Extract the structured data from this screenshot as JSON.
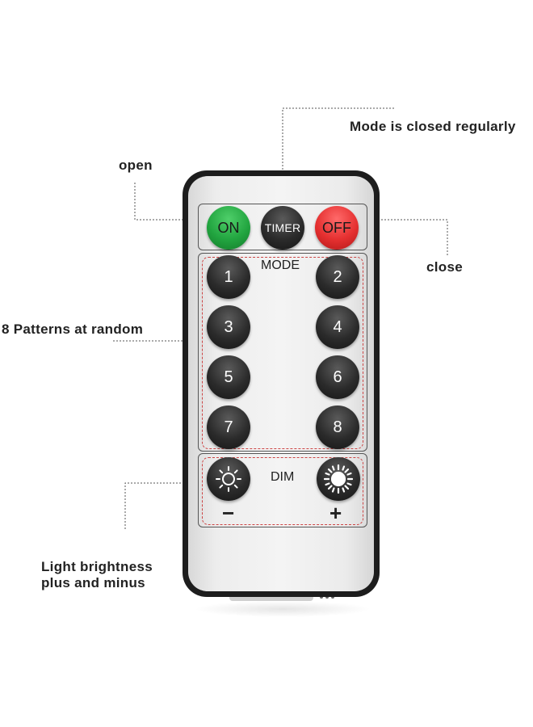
{
  "callouts": {
    "mode_closed": "Mode is closed regularly",
    "open": "open",
    "close": "close",
    "patterns": "8 Patterns at random",
    "brightness_line1": "Light brightness",
    "brightness_line2": "plus and minus"
  },
  "remote": {
    "on_label": "ON",
    "timer_label": "TIMER",
    "off_label": "OFF",
    "mode_label": "MODE",
    "mode_buttons": [
      "1",
      "2",
      "3",
      "4",
      "5",
      "6",
      "7",
      "8"
    ],
    "dim_label": "DIM",
    "minus_label": "−",
    "plus_label": "+"
  },
  "colors": {
    "on_button": "#22a540",
    "off_button": "#e53030",
    "dark_button": "#2b2b2b",
    "remote_body": "#1d1d1d",
    "remote_face": "#eeeeee",
    "dashed_outline": "#cc4444"
  },
  "icons": {
    "dim_down": "sun-outline-icon",
    "dim_up": "sun-filled-icon"
  }
}
